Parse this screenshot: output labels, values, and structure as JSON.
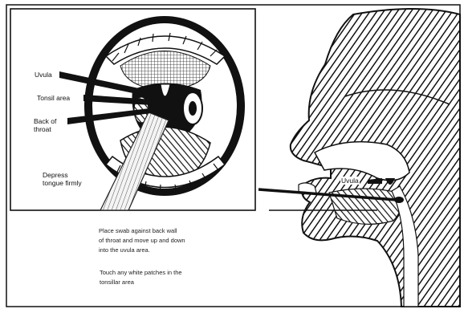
{
  "labels": {
    "uvula": "Uvula",
    "tonsil_area": "Tonsil area",
    "back_of_throat": "Back of\nthroat",
    "depress_tongue": "Depress\ntongue firmly",
    "uvula_profile": "Uvula"
  },
  "instructions": {
    "step1": "Place swab against back wall\nof throat and move up and down\ninto the uvula area.",
    "step2": "Touch any white patches in the\ntonsillar area"
  },
  "colors": {
    "ink": "#111111",
    "paper": "#ffffff"
  }
}
